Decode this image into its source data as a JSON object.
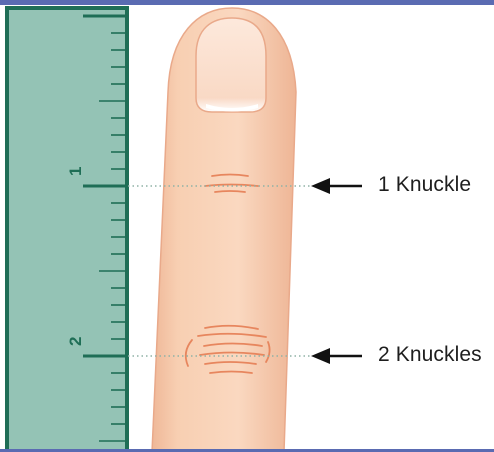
{
  "ruler": {
    "mark_1": "1",
    "mark_2": "2",
    "ruler_color": "#94c3b5",
    "ruler_border_color": "#1f6e56"
  },
  "annotations": {
    "knuckle_1_label": "1 Knuckle",
    "knuckle_2_label": "2 Knuckles"
  },
  "colors": {
    "skin": "#f7cdb0",
    "skin_shadow": "#e8a98a",
    "knuckle_line": "#e7865e",
    "nail": "#fbe6d6",
    "guide_line": "#8fb2a6",
    "frame": "#5a6bb2"
  }
}
